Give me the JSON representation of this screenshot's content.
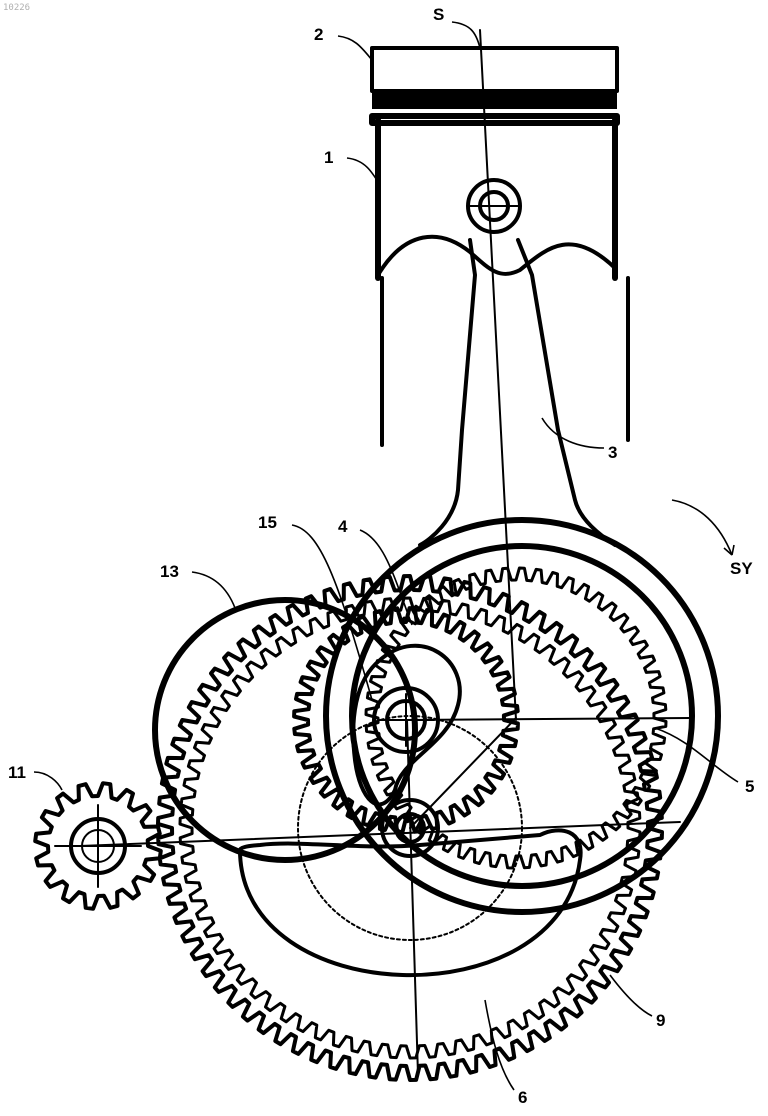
{
  "corner_code": "10226",
  "labels": {
    "piston_ring": "2",
    "stroke_axis": "S",
    "piston": "1",
    "connecting_rod": "3",
    "rotation_direction": "SY",
    "eccentric_pin": "15",
    "big_end_gear": "4",
    "crank_circle": "13",
    "rod_eye": "5",
    "output_gear": "11",
    "ring_gear": "9",
    "counterweight": "6"
  },
  "colors": {
    "ink": "#000000",
    "paper": "#ffffff",
    "corner_text": "#b0b0b0"
  }
}
